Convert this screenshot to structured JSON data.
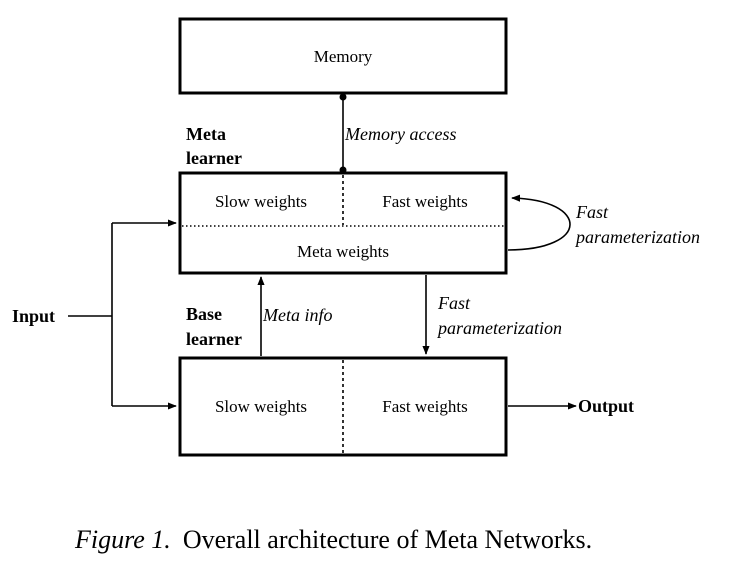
{
  "memory_box": {
    "label": "Memory"
  },
  "meta_learner": {
    "title_line1": "Meta",
    "title_line2": "learner",
    "slow_weights": "Slow weights",
    "fast_weights": "Fast weights",
    "meta_weights": "Meta weights"
  },
  "base_learner": {
    "title_line1": "Base",
    "title_line2": "learner",
    "slow_weights": "Slow weights",
    "fast_weights": "Fast weights"
  },
  "edges": {
    "memory_access": "Memory access",
    "self_fast_param_line1": "Fast",
    "self_fast_param_line2": "parameterization",
    "down_fast_param_line1": "Fast",
    "down_fast_param_line2": "parameterization",
    "meta_info": "Meta info"
  },
  "io": {
    "input": "Input",
    "output": "Output"
  },
  "caption": {
    "label": "Figure 1.",
    "text": "Overall architecture of Meta Networks."
  }
}
